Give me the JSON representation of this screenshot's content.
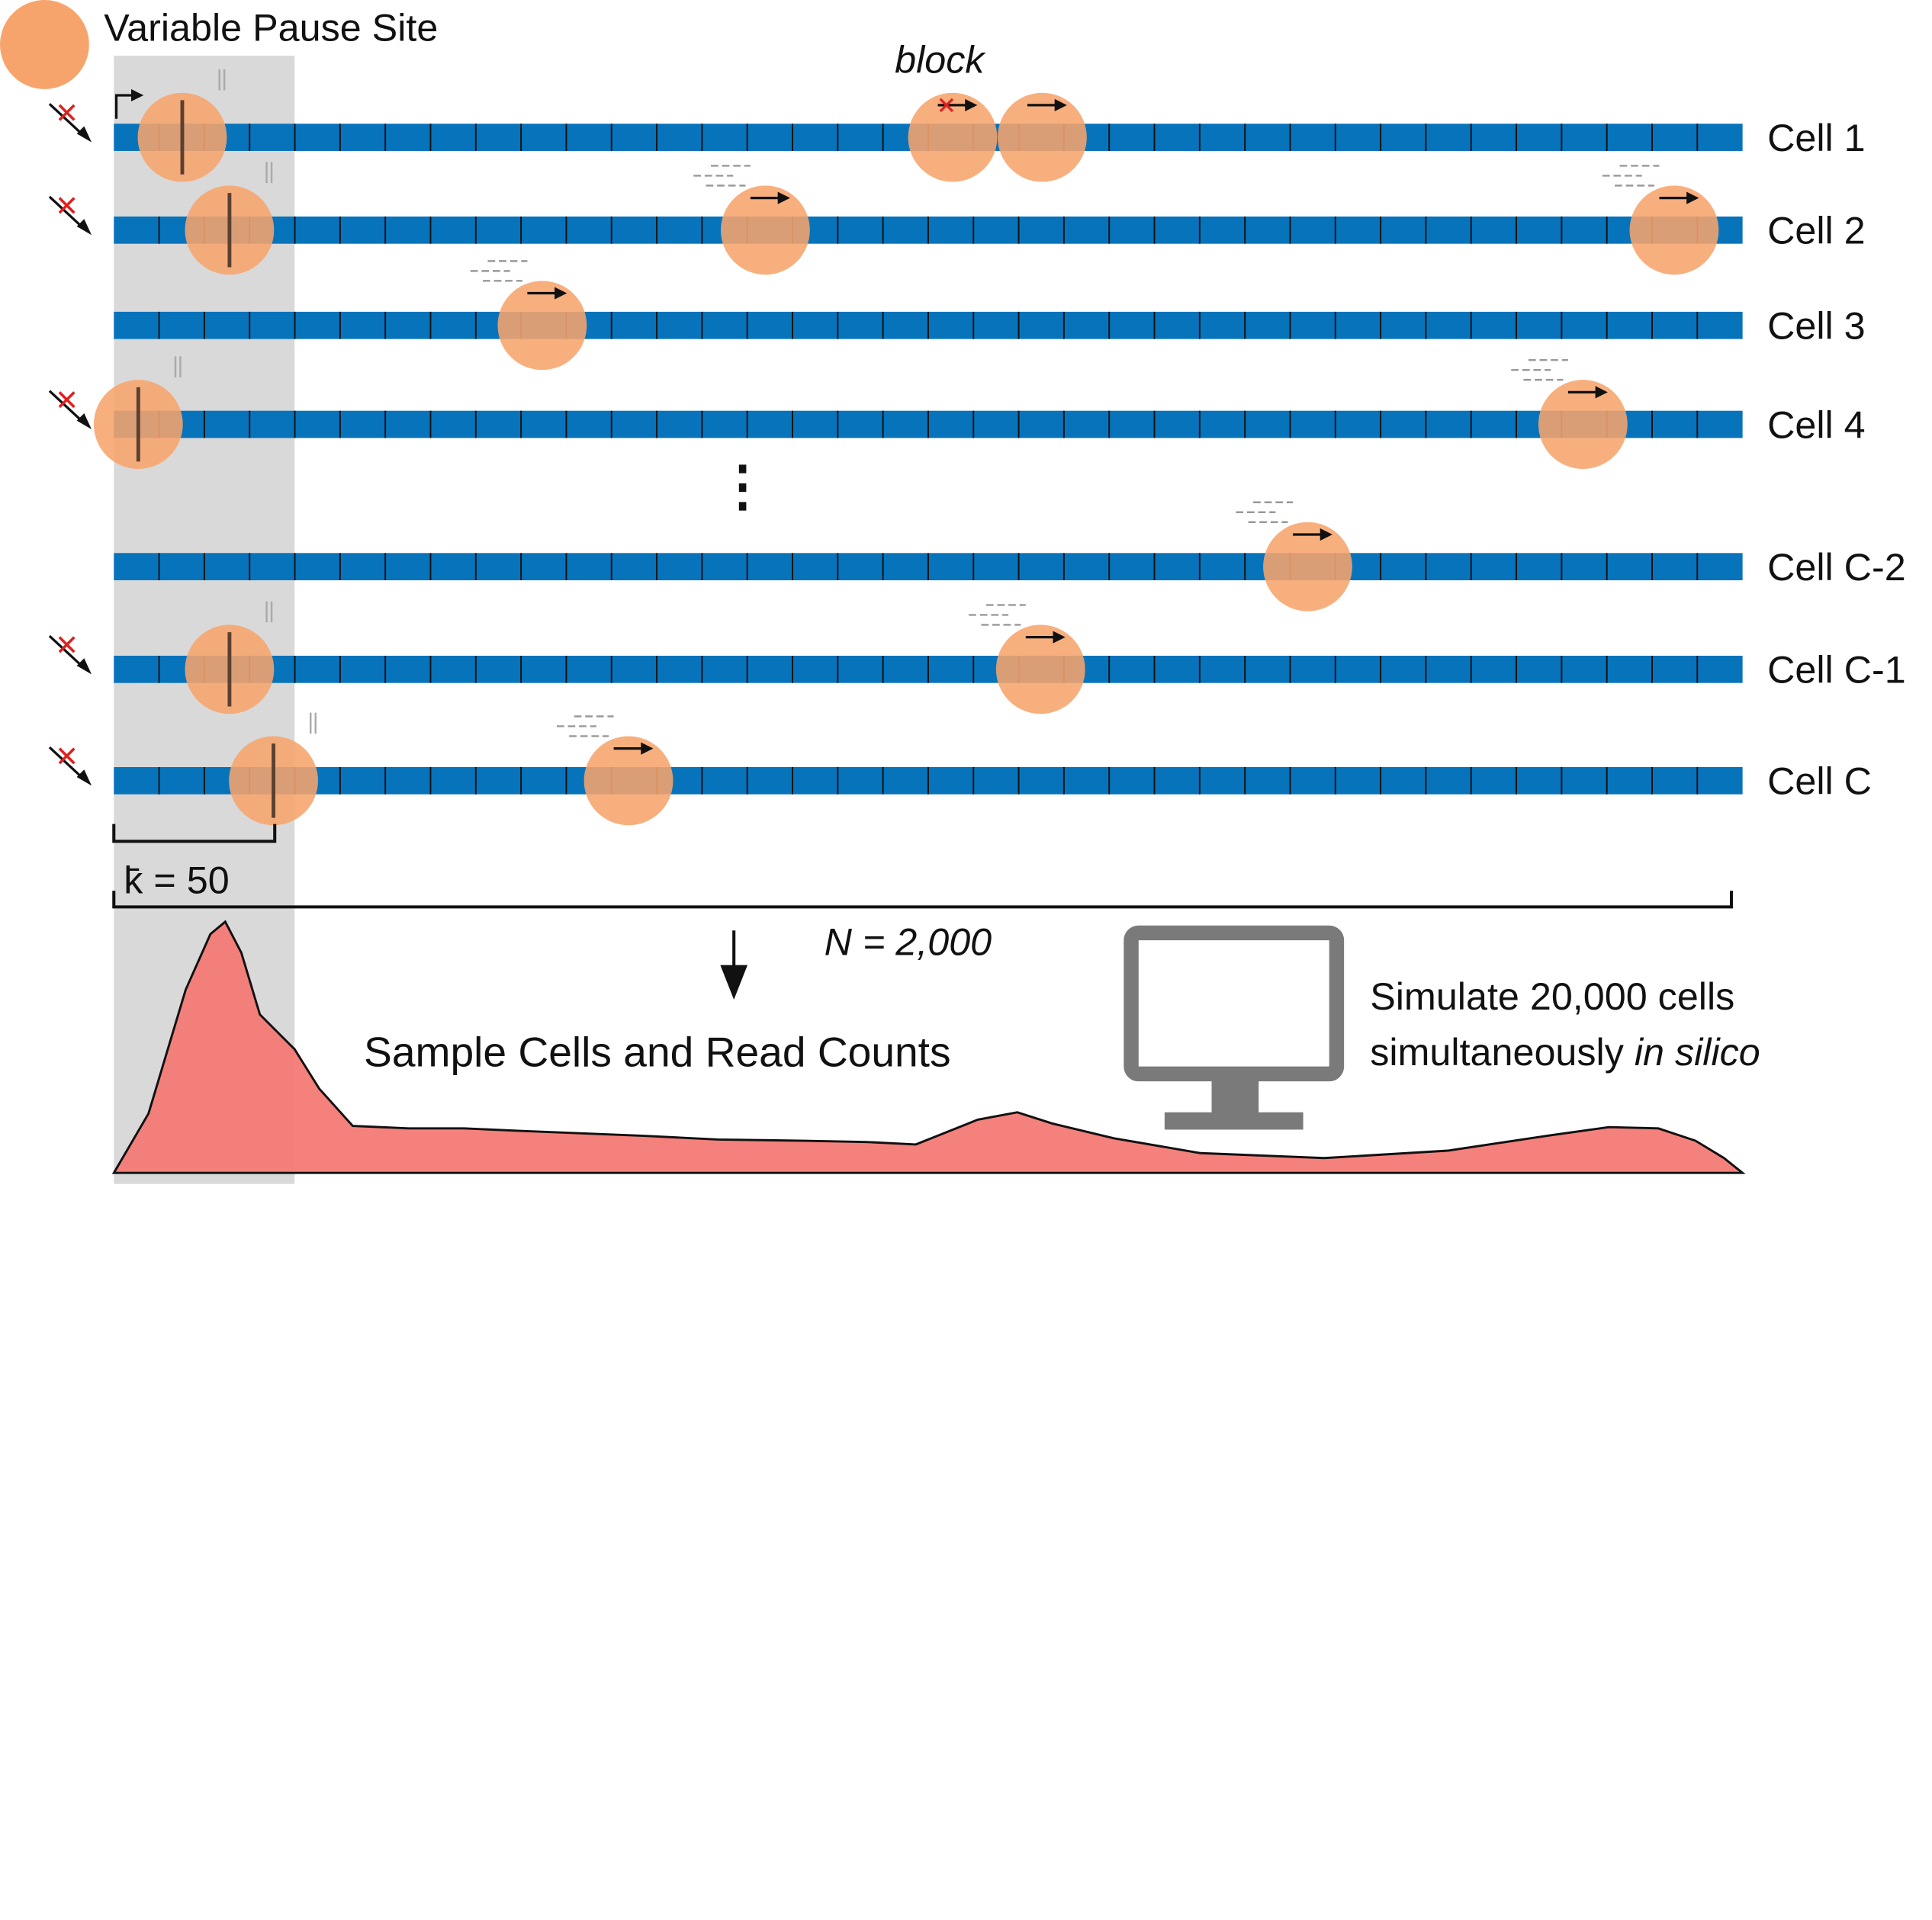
{
  "legend": {
    "label": "Variable Pause Site"
  },
  "block_label": "block",
  "total_length": 2000,
  "cells": [
    {
      "label": "Cell 1",
      "pause_fraction": 0.042,
      "incoming_blocked": true,
      "tss_arrow": true,
      "polymerases": [
        0.515,
        0.57
      ],
      "blocked": [
        0.515
      ]
    },
    {
      "label": "Cell 2",
      "pause_fraction": 0.071,
      "incoming_blocked": true,
      "polymerases": [
        0.4,
        0.958
      ]
    },
    {
      "label": "Cell 3",
      "pause_fraction": null,
      "incoming_blocked": false,
      "polymerases": [
        0.263
      ]
    },
    {
      "label": "Cell 4",
      "pause_fraction": 0.015,
      "incoming_blocked": true,
      "polymerases": [
        0.902
      ]
    },
    {
      "label": "Cell C-2",
      "pause_fraction": null,
      "incoming_blocked": false,
      "polymerases": [
        0.733
      ]
    },
    {
      "label": "Cell C-1",
      "pause_fraction": 0.071,
      "incoming_blocked": true,
      "polymerases": [
        0.569
      ]
    },
    {
      "label": "Cell C",
      "pause_fraction": 0.098,
      "incoming_blocked": true,
      "polymerases": [
        0.316
      ]
    }
  ],
  "ellipsis": "⋮",
  "k_label": "k̄ = 50",
  "n_label": "N = 2,000",
  "sample_label": "Sample Cells and Read Counts",
  "simulate_line1": "Simulate 20,000 cells",
  "simulate_line2_prefix": "simultaneously ",
  "simulate_line2_italic": "in silico",
  "icons": {
    "computer": "computer-monitor-icon",
    "down_arrow": "down-arrow-icon"
  },
  "colors": {
    "gene": "#0773BB",
    "polymerase": "#F7A46C",
    "highlight": "#D9D9D9",
    "density_fill": "#F47A76",
    "blocked_x": "#E02020",
    "monitor": "#7A7A7A"
  }
}
